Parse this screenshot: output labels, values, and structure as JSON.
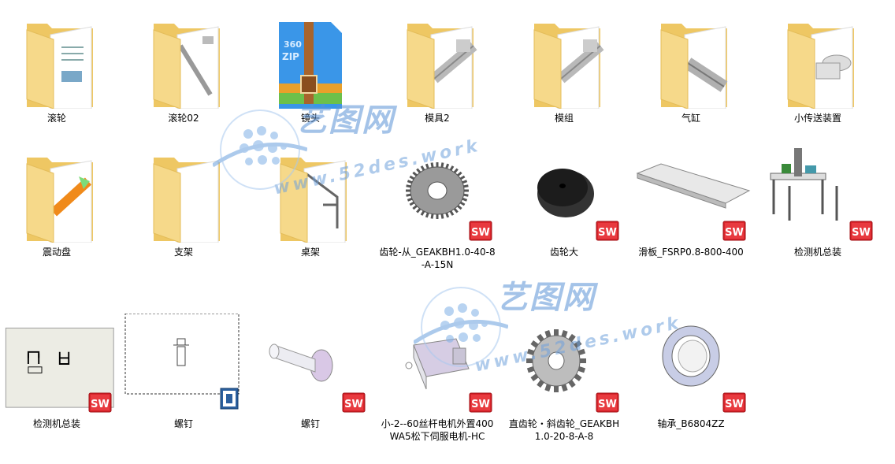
{
  "colors": {
    "folder": "#f6d98a",
    "folder_back": "#eec763",
    "sw_red": "#d8232a",
    "watermark": "#5b93d6"
  },
  "items": [
    {
      "label": "滚轮",
      "kind": "folder",
      "preview": "document"
    },
    {
      "label": "滚轮02",
      "kind": "folder",
      "preview": "shaft"
    },
    {
      "label": "镜头",
      "kind": "zip",
      "preview": "360zip"
    },
    {
      "label": "模具2",
      "kind": "folder",
      "preview": "rail"
    },
    {
      "label": "模组",
      "kind": "folder",
      "preview": "rail"
    },
    {
      "label": "气缸",
      "kind": "folder",
      "preview": "cylinder"
    },
    {
      "label": "小传送装置",
      "kind": "folder",
      "preview": "roller"
    },
    {
      "label": "震动盘",
      "kind": "folder",
      "preview": "orange-part"
    },
    {
      "label": "支架",
      "kind": "folder",
      "preview": "blank"
    },
    {
      "label": "桌架",
      "kind": "folder",
      "preview": "frame"
    },
    {
      "label": "齿轮-从_GEAKBH1.0-40-8-A-15N",
      "kind": "sw",
      "preview": "gear"
    },
    {
      "label": "齿轮大",
      "kind": "sw",
      "preview": "dark-gear"
    },
    {
      "label": "滑板_FSRP0.8-800-400",
      "kind": "sw",
      "preview": "plate"
    },
    {
      "label": "检测机总装",
      "kind": "sw",
      "preview": "machine"
    },
    {
      "label": "检测机总装",
      "kind": "sw-drawing",
      "preview": "drawing"
    },
    {
      "label": "螺钉",
      "kind": "sw-drawing2",
      "preview": "drawing2"
    },
    {
      "label": "螺钉",
      "kind": "sw",
      "preview": "screw"
    },
    {
      "label": "小-2--60丝杆电机外置400WA5松下伺服电机-HC",
      "kind": "sw",
      "preview": "motor"
    },
    {
      "label": "直齿轮・斜齿轮_GEAKBH1.0-20-8-A-8",
      "kind": "sw",
      "preview": "spur-gear"
    },
    {
      "label": "轴承_B6804ZZ",
      "kind": "sw",
      "preview": "bearing"
    }
  ],
  "watermarks": [
    {
      "cn": "艺图网",
      "url": "www.52des.work"
    },
    {
      "cn": "艺图网",
      "url": "www.52des.work"
    }
  ]
}
